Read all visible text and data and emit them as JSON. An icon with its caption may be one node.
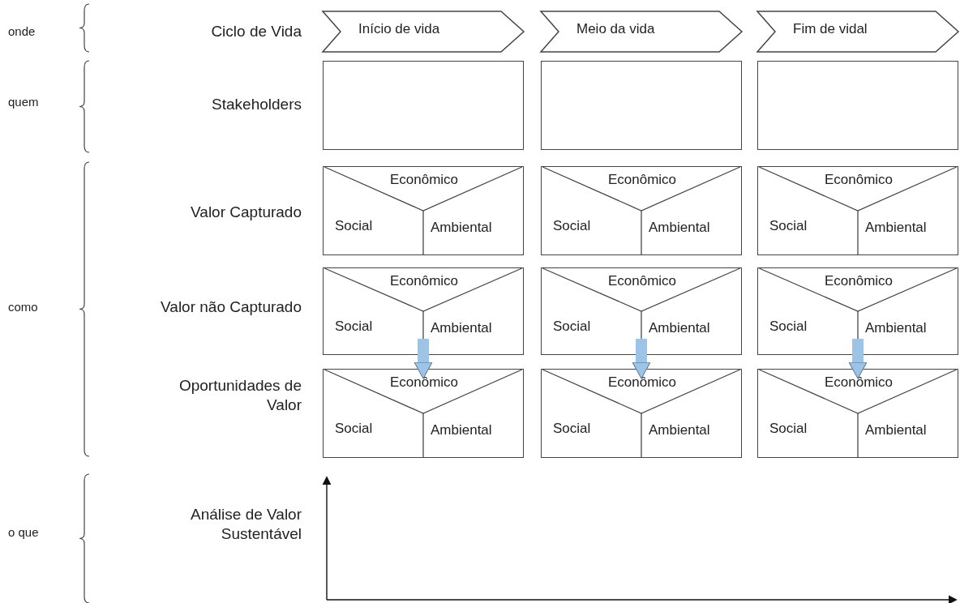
{
  "diagram": {
    "nodes": [
      {
        "text": [
          "Início de vida"
        ]
      },
      {
        "text": [
          "Meio da vida"
        ]
      },
      {
        "text": [
          "Fim de vidal"
        ]
      },
      {
        "text": [],
        "shape": "box"
      },
      {
        "text": [],
        "shape": "box"
      },
      {
        "text": [],
        "shape": "box"
      },
      {
        "text": [
          "Econômico",
          "Social",
          "Ambiental"
        ]
      },
      {
        "text": [
          "Econômico",
          "Social",
          "Ambiental"
        ]
      },
      {
        "text": [
          "Econômico",
          "Social",
          "Ambiental"
        ]
      },
      {
        "text": [
          "Econômico",
          "Social",
          "Ambiental"
        ]
      },
      {
        "text": [
          "Econômico",
          "Social",
          "Ambiental"
        ]
      },
      {
        "text": [
          "Econômico",
          "Social",
          "Ambiental"
        ]
      },
      {
        "text": [
          "Econômico",
          "Social",
          "Ambiental"
        ]
      },
      {
        "text": [
          "Econômico",
          "Social",
          "Ambiental"
        ]
      },
      {
        "text": [
          "Econômico",
          "Social",
          "Ambiental"
        ]
      }
    ],
    "edges": [
      {
        "from": 9,
        "to": 12,
        "arrow": "to",
        "color": "#9dc3e6"
      },
      {
        "from": 10,
        "to": 13,
        "arrow": "to",
        "color": "#9dc3e6"
      },
      {
        "from": 11,
        "to": 14,
        "arrow": "to",
        "color": "#9dc3e6"
      }
    ],
    "labels": [
      "onde",
      "Ciclo de Vida",
      "quem",
      "Stakeholders",
      "Valor Capturado",
      "como",
      "Valor não Capturado",
      "Oportunidades de Valor",
      "o que",
      "Análise de Valor Sustentável"
    ]
  }
}
